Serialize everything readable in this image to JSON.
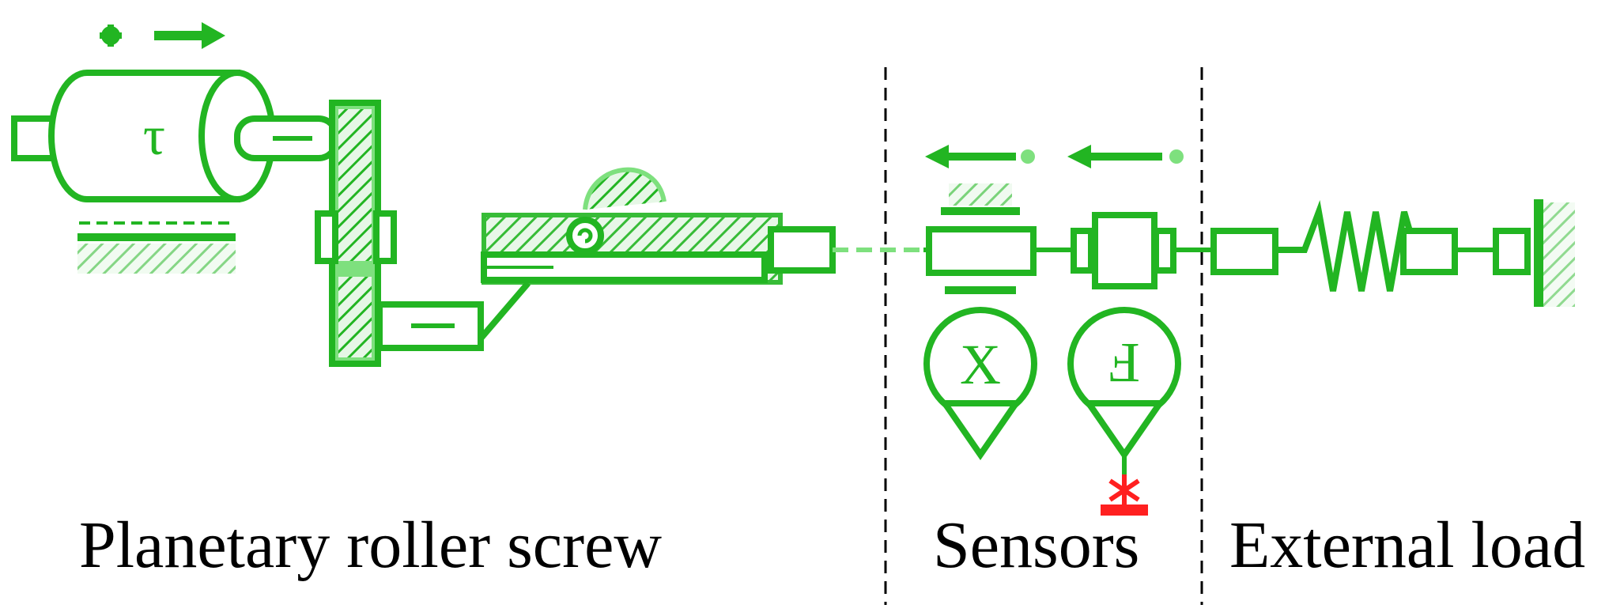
{
  "captions": {
    "planetary_roller_screw": "Planetary roller screw",
    "sensors": "Sensors",
    "external_load": "External load"
  },
  "symbols": {
    "motor": "τ",
    "position_sensor": "X",
    "force_sensor": "F"
  },
  "colors": {
    "component": "#22b522",
    "component_fill": "#7ee07e",
    "hatch": "#9be89b",
    "ground_marker": "#ff2020",
    "divider": "#000000",
    "text": "#000000"
  }
}
